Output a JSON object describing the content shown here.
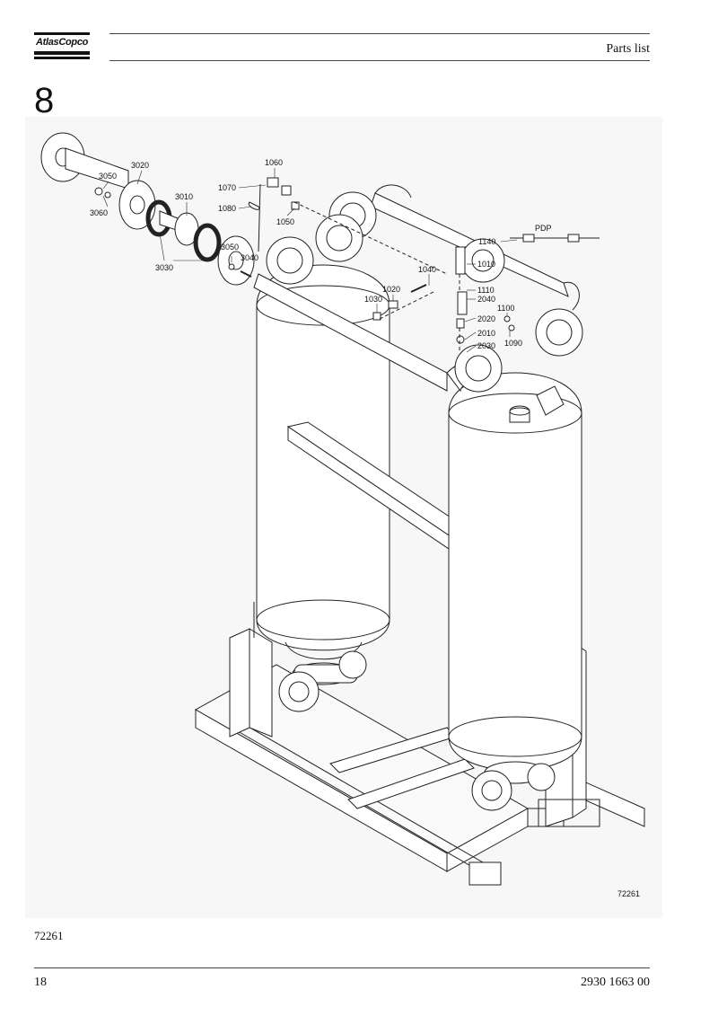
{
  "header": {
    "logo_text": "AtlasCopco",
    "section_title": "Parts list"
  },
  "chapter_number": "8",
  "figure": {
    "drawing_id": "72261",
    "caption": "72261",
    "callouts": [
      {
        "id": "c1060",
        "label": "1060"
      },
      {
        "id": "c1070",
        "label": "1070"
      },
      {
        "id": "c1080",
        "label": "1080"
      },
      {
        "id": "c1050",
        "label": "1050"
      },
      {
        "id": "c3020",
        "label": "3020"
      },
      {
        "id": "c3050a",
        "label": "3050"
      },
      {
        "id": "c3010",
        "label": "3010"
      },
      {
        "id": "c3060",
        "label": "3060"
      },
      {
        "id": "c3030",
        "label": "3030"
      },
      {
        "id": "c3050b",
        "label": "3050"
      },
      {
        "id": "c3040",
        "label": "3040"
      },
      {
        "id": "c1040",
        "label": "1040"
      },
      {
        "id": "c1020",
        "label": "1020"
      },
      {
        "id": "c1030",
        "label": "1030"
      },
      {
        "id": "c1140",
        "label": "1140"
      },
      {
        "id": "cPDP",
        "label": "PDP"
      },
      {
        "id": "c1010",
        "label": "1010"
      },
      {
        "id": "c1110",
        "label": "1110"
      },
      {
        "id": "c2040",
        "label": "2040"
      },
      {
        "id": "c1100",
        "label": "1100"
      },
      {
        "id": "c2020",
        "label": "2020"
      },
      {
        "id": "c2010",
        "label": "2010"
      },
      {
        "id": "c2030",
        "label": "2030"
      },
      {
        "id": "c1090",
        "label": "1090"
      }
    ]
  },
  "footer": {
    "page_number": "18",
    "document_number": "2930 1663 00"
  }
}
